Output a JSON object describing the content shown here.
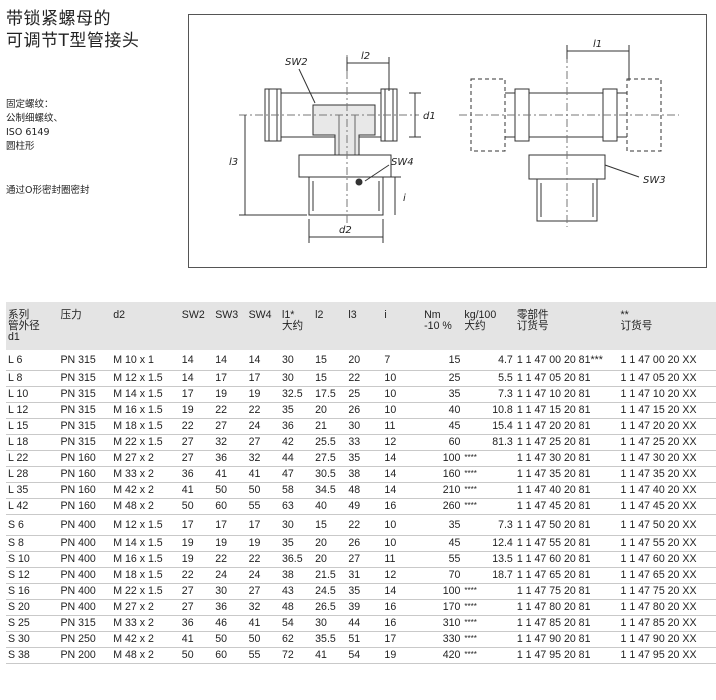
{
  "title": {
    "line1": "带锁紧螺母的",
    "line2": "可调节T型管接头"
  },
  "description": {
    "lines": [
      "固定螺纹：",
      "公制细螺纹、",
      "ISO 6149",
      "圆柱形"
    ],
    "seal": "通过O形密封圈密封"
  },
  "drawing_labels": {
    "sw2": "SW2",
    "l2": "l2",
    "d1": "d1",
    "l3": "l3",
    "sw4": "SW4",
    "i": "i",
    "d2": "d2",
    "l1": "l1",
    "sw3": "SW3"
  },
  "table": {
    "headers": [
      "系列\n管外径\nd1",
      "压力",
      "d2",
      "SW2",
      "SW3",
      "SW4",
      "l1*\n大约",
      "l2",
      "l3",
      "i",
      "Nm\n-10 %",
      "kg/100\n大约",
      "零部件\n订货号",
      "**\n订货号"
    ],
    "rows_l": [
      [
        "L  6",
        "PN 315",
        "M 10 x 1",
        "14",
        "14",
        "14",
        "30",
        "15",
        "20",
        "7",
        "15",
        "4.7",
        "1 1 47 00 20 81***",
        "1 1 47 00 20 XX"
      ],
      [
        "L  8",
        "PN 315",
        "M 12 x 1.5",
        "14",
        "17",
        "17",
        "30",
        "15",
        "22",
        "10",
        "25",
        "5.5",
        "1 1 47 05 20 81",
        "1 1 47 05 20 XX"
      ],
      [
        "L 10",
        "PN 315",
        "M 14 x 1.5",
        "17",
        "19",
        "19",
        "32.5",
        "17.5",
        "25",
        "10",
        "35",
        "7.3",
        "1 1 47 10 20 81",
        "1 1 47 10 20 XX"
      ],
      [
        "L 12",
        "PN 315",
        "M 16 x 1.5",
        "19",
        "22",
        "22",
        "35",
        "20",
        "26",
        "10",
        "40",
        "10.8",
        "1 1 47 15 20 81",
        "1 1 47 15 20 XX"
      ],
      [
        "L 15",
        "PN 315",
        "M 18 x 1.5",
        "22",
        "27",
        "24",
        "36",
        "21",
        "30",
        "11",
        "45",
        "15.4",
        "1 1 47 20 20 81",
        "1 1 47 20 20 XX"
      ],
      [
        "L 18",
        "PN 315",
        "M 22 x 1.5",
        "27",
        "32",
        "27",
        "42",
        "25.5",
        "33",
        "12",
        "60",
        "81.3",
        "1 1 47 25 20 81",
        "1 1 47 25 20 XX"
      ],
      [
        "L 22",
        "PN 160",
        "M 27 x 2",
        "27",
        "36",
        "32",
        "44",
        "27.5",
        "35",
        "14",
        "100",
        "****",
        "1 1 47 30 20 81",
        "1 1 47 30 20 XX"
      ],
      [
        "L 28",
        "PN 160",
        "M 33 x 2",
        "36",
        "41",
        "41",
        "47",
        "30.5",
        "38",
        "14",
        "160",
        "****",
        "1 1 47 35 20 81",
        "1 1 47 35 20 XX"
      ],
      [
        "L 35",
        "PN 160",
        "M 42 x 2",
        "41",
        "50",
        "50",
        "58",
        "34.5",
        "48",
        "14",
        "210",
        "****",
        "1 1 47 40 20 81",
        "1 1 47 40 20 XX"
      ],
      [
        "L 42",
        "PN 160",
        "M 48 x 2",
        "50",
        "60",
        "55",
        "63",
        "40",
        "49",
        "16",
        "260",
        "****",
        "1 1 47 45 20 81",
        "1 1 47 45 20 XX"
      ]
    ],
    "rows_s": [
      [
        "S  6",
        "PN 400",
        "M 12 x 1.5",
        "17",
        "17",
        "17",
        "30",
        "15",
        "22",
        "10",
        "35",
        "7.3",
        "1 1 47 50 20 81",
        "1 1 47 50 20 XX"
      ],
      [
        "S  8",
        "PN 400",
        "M 14 x 1.5",
        "19",
        "19",
        "19",
        "35",
        "20",
        "26",
        "10",
        "45",
        "12.4",
        "1 1 47 55 20 81",
        "1 1 47 55 20 XX"
      ],
      [
        "S 10",
        "PN 400",
        "M 16 x 1.5",
        "19",
        "22",
        "22",
        "36.5",
        "20",
        "27",
        "11",
        "55",
        "13.5",
        "1 1 47 60 20 81",
        "1 1 47 60 20 XX"
      ],
      [
        "S 12",
        "PN 400",
        "M 18 x 1.5",
        "22",
        "24",
        "24",
        "38",
        "21.5",
        "31",
        "12",
        "70",
        "18.7",
        "1 1 47 65 20 81",
        "1 1 47 65 20 XX"
      ],
      [
        "S 16",
        "PN 400",
        "M 22 x 1.5",
        "27",
        "30",
        "27",
        "43",
        "24.5",
        "35",
        "14",
        "100",
        "****",
        "1 1 47 75 20 81",
        "1 1 47 75 20 XX"
      ],
      [
        "S 20",
        "PN 400",
        "M 27 x 2",
        "27",
        "36",
        "32",
        "48",
        "26.5",
        "39",
        "16",
        "170",
        "****",
        "1 1 47 80 20 81",
        "1 1 47 80 20 XX"
      ],
      [
        "S 25",
        "PN 315",
        "M 33 x 2",
        "36",
        "46",
        "41",
        "54",
        "30",
        "44",
        "16",
        "310",
        "****",
        "1 1 47 85 20 81",
        "1 1 47 85 20 XX"
      ],
      [
        "S 30",
        "PN 250",
        "M 42 x 2",
        "41",
        "50",
        "50",
        "62",
        "35.5",
        "51",
        "17",
        "330",
        "****",
        "1 1 47 90 20 81",
        "1 1 47 90 20 XX"
      ],
      [
        "S 38",
        "PN 200",
        "M 48 x 2",
        "50",
        "60",
        "55",
        "72",
        "41",
        "54",
        "19",
        "420",
        "****",
        "1 1 47 95 20 81",
        "1 1 47 95 20 XX"
      ]
    ]
  }
}
